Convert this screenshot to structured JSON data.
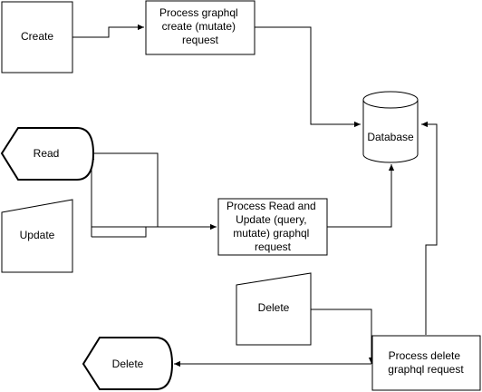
{
  "nodes": {
    "create_input": "Create",
    "process_create": [
      "Process graphql",
      "create (mutate)",
      "request"
    ],
    "database": "Database",
    "read_display": "Read",
    "update_input": "Update",
    "process_read_update": [
      "Process Read and",
      "Update (query,",
      "mutate) graphql",
      "request"
    ],
    "delete_input": "Delete",
    "process_delete": [
      "Process delete",
      "graphql request"
    ],
    "delete_display": "Delete"
  },
  "colors": {
    "stroke": "#000000",
    "fill": "#ffffff",
    "text": "#000000"
  }
}
